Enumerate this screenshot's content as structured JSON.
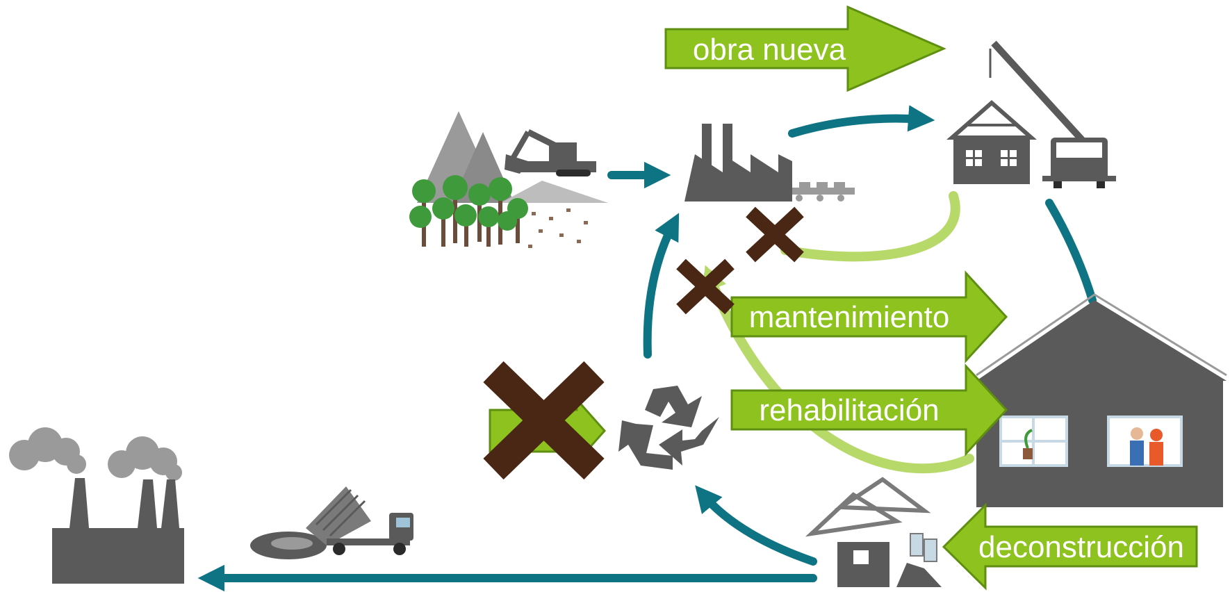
{
  "labels": {
    "new_build": "obra nueva",
    "maintenance": "mantenimiento",
    "rehabilitation": "rehabilitación",
    "deconstruction": "deconstrucción"
  },
  "colors": {
    "label_green": "#8ec21f",
    "label_green_dark": "#5f8f10",
    "cycle_teal": "#0e7483",
    "icon_gray": "#5a5a5a",
    "icon_gray_light": "#9a9a9a",
    "cross_brown": "#4a2614",
    "tree_green": "#3f9a3c"
  },
  "icons": [
    "mountains-excavator-icon",
    "factory-conveyor-icon",
    "crane-house-icon",
    "house-with-people-icon",
    "recycle-icon",
    "demolition-rubble-icon",
    "dump-truck-icon",
    "smokestack-factory-icon",
    "cross-mark-icon"
  ]
}
